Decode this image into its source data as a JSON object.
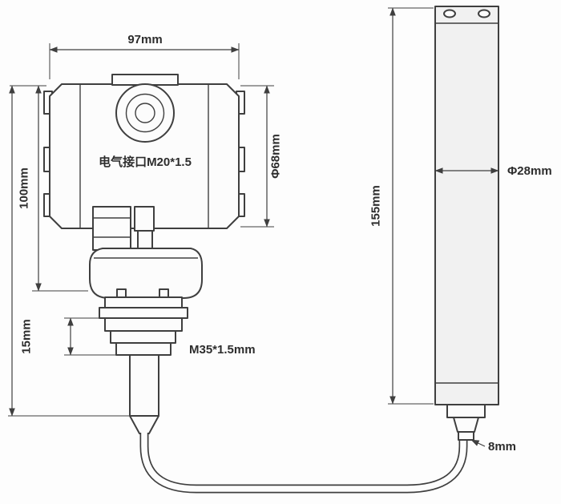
{
  "diagram": {
    "dimensions": {
      "housing_width": "97mm",
      "housing_height": "100mm",
      "flange_thickness": "15mm",
      "housing_diameter": "Φ68mm",
      "probe_length": "155mm",
      "probe_diameter": "Φ28mm",
      "cable_diameter": "8mm"
    },
    "labels": {
      "electrical_port": "电气接口M20*1.5",
      "thread_spec": "M35*1.5mm"
    },
    "colors": {
      "line": "#3f3f3f",
      "text": "#2d2d2d",
      "background": "#fdfdfd"
    }
  }
}
